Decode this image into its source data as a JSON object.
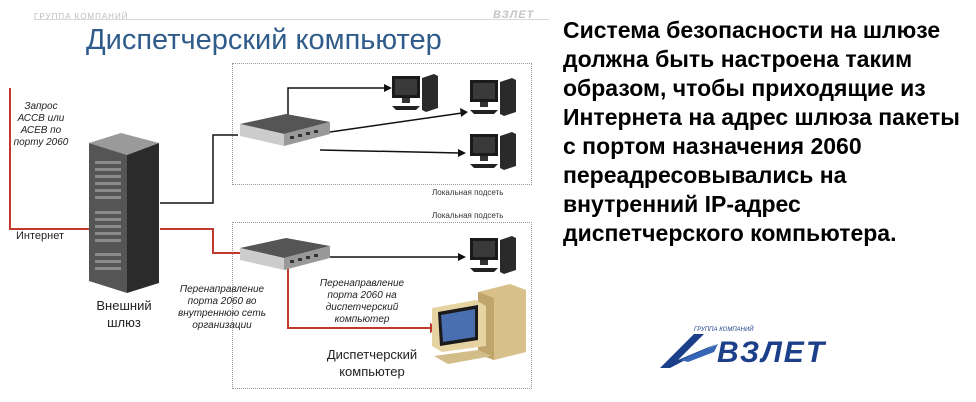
{
  "header": {
    "company_small": "ГРУППА КОМПАНИЙ",
    "logo_small": "ВЗЛЕТ",
    "title": "Диспетчерский компьютер"
  },
  "diagram": {
    "request_label": "Запрос АССВ или АСЕВ по порту 2060",
    "internet_label": "Интернет",
    "gateway_label": "Внешний шлюз",
    "local_subnet_top": "Локальная подсеть",
    "local_subnet_bottom": "Локальная подсеть",
    "redirect_org": "Перенаправление порта 2060 во внутреннюю сеть организации",
    "redirect_dispatch": "Перенаправление порта 2060 на диспетчерский компьютер",
    "dispatch_pc_label": "Диспетчерский компьютер"
  },
  "right_text": "Система безопасности на шлюзе  должна быть настроена таким образом, чтобы приходящие из Интернета на адрес шлюза пакеты с портом назначения 2060 переадресовывались на внутренний IP-адрес диспетчерского компьютера.",
  "brand": {
    "small": "ГРУППА КОМПАНИЙ",
    "name": "ВЗЛЕТ"
  },
  "colors": {
    "title": "#2f5c8a",
    "red_line": "#c0392b",
    "brand": "#1c3f8a"
  }
}
